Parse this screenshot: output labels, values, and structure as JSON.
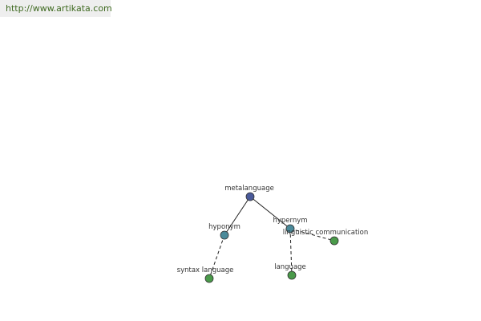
{
  "watermark": {
    "text": "http://www.artikata.com",
    "color": "#3f6a21"
  },
  "graph": {
    "nodes": [
      {
        "id": "metalanguage",
        "label": "metalanguage",
        "color": "#4a5a9a"
      },
      {
        "id": "hyponym",
        "label": "hyponym",
        "color": "#4a8a9a"
      },
      {
        "id": "hypernym",
        "label": "hypernym",
        "color": "#4a8a9a"
      },
      {
        "id": "syntax-language",
        "label": "syntax language",
        "color": "#4a9a4a"
      },
      {
        "id": "language",
        "label": "language",
        "color": "#4a9a4a"
      },
      {
        "id": "linguistic-communication",
        "label": "linguistic communication",
        "color": "#4a9a4a"
      }
    ],
    "edges": [
      {
        "from": "metalanguage",
        "to": "hyponym",
        "style": "solid"
      },
      {
        "from": "metalanguage",
        "to": "hypernym",
        "style": "solid"
      },
      {
        "from": "hyponym",
        "to": "syntax-language",
        "style": "dashed"
      },
      {
        "from": "hypernym",
        "to": "language",
        "style": "dashed"
      },
      {
        "from": "hypernym",
        "to": "linguistic-communication",
        "style": "dashed"
      }
    ]
  }
}
